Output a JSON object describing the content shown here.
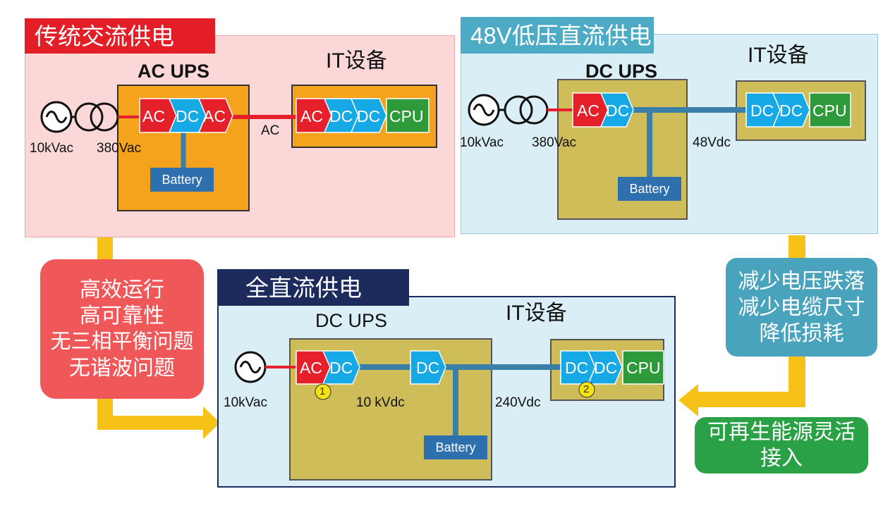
{
  "sections": {
    "traditional": {
      "title": "传统交流供电",
      "ups_label": "AC UPS",
      "it_label": "IT设备",
      "source": "10kVac",
      "voltage": "380Vac",
      "bus": "AC",
      "ups_blocks": [
        "AC",
        "DC",
        "AC"
      ],
      "it_blocks": [
        "AC",
        "DC",
        "DC"
      ],
      "cpu": "CPU",
      "battery": "Battery"
    },
    "dc48": {
      "title": "48V低压直流供电",
      "ups_label": "DC UPS",
      "it_label": "IT设备",
      "source": "10kVac",
      "voltage": "380Vac",
      "bus": "48Vdc",
      "ups_blocks": [
        "AC",
        "DC"
      ],
      "it_blocks": [
        "DC",
        "DC"
      ],
      "cpu": "CPU",
      "battery": "Battery"
    },
    "fulldc": {
      "title": "全直流供电",
      "ups_label": "DC UPS",
      "it_label": "IT设备",
      "source": "10kVac",
      "mid_voltage": "10 kVdc",
      "bus": "240Vdc",
      "ups_blocks": [
        "AC",
        "DC"
      ],
      "mid_block": "DC",
      "it_blocks": [
        "DC",
        "DC"
      ],
      "cpu": "CPU",
      "battery": "Battery",
      "marker1": "1",
      "marker2": "2"
    }
  },
  "callouts": {
    "left": [
      "高效运行",
      "高可靠性",
      "无三相平衡问题",
      "无谐波问题"
    ],
    "right": [
      "减少电压跌落",
      "减少电缆尺寸",
      "降低损耗"
    ],
    "bottom_right": [
      "可再生能源灵活",
      "接入"
    ]
  },
  "colors": {
    "pink_panel": "#fcd7d8",
    "blue_panel": "#daeef6",
    "orange_box": "#f5a31c",
    "olive_box": "#cfbd59",
    "red_block": "#e5202a",
    "blue_block": "#16a9e6",
    "green_block": "#2e9a3a",
    "arrow": "#f7c217",
    "title_red": "#e41e26",
    "title_teal": "#4dabc6",
    "title_navy": "#1c2a5c",
    "callout_red": "#ef5759",
    "callout_teal": "#4aa3bd",
    "callout_green": "#2aa147"
  }
}
